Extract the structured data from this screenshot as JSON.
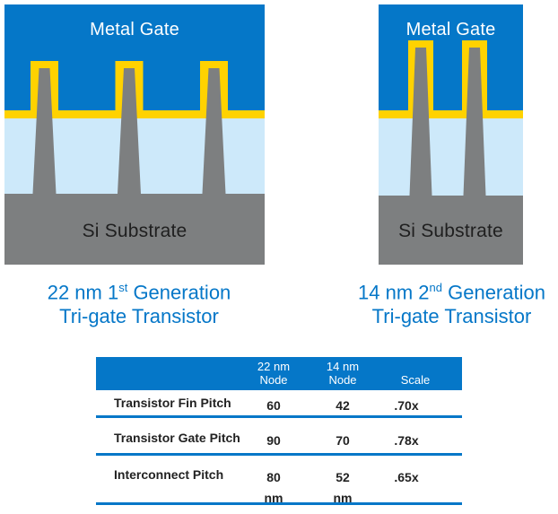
{
  "colors": {
    "intel_blue": "#0577C8",
    "light_blue": "#CDE9FA",
    "gate_yellow": "#FFD200",
    "silicon_gray": "#7D7F80",
    "dark_text": "#1F1F1F",
    "white_text": "#FFFFFF"
  },
  "diagrams": [
    {
      "top_label": "Metal Gate",
      "bottom_label": "Si Substrate",
      "caption": {
        "prefix": "22 nm 1",
        "sup": "st",
        "suffix": " Generation",
        "line2": "Tri-gate Transistor"
      }
    },
    {
      "top_label": "Metal Gate",
      "bottom_label": "Si Substrate",
      "caption": {
        "prefix": "14 nm 2",
        "sup": "nd",
        "suffix": " Generation",
        "line2": "Tri-gate Transistor"
      }
    }
  ],
  "table": {
    "headers": {
      "label": "",
      "col_22nm": "22 nm\nNode",
      "col_14nm": "14 nm\nNode",
      "col_scale": "Scale"
    },
    "rows": [
      {
        "label": "Transistor Fin Pitch",
        "v22": "60",
        "v14": "42",
        "scale": ".70x",
        "unit22": "",
        "unit14": ""
      },
      {
        "label": "Transistor Gate Pitch",
        "v22": "90",
        "v14": "70",
        "scale": ".78x",
        "unit22": "",
        "unit14": ""
      },
      {
        "label": "Interconnect Pitch",
        "v22": "80",
        "v14": "52",
        "scale": ".65x",
        "unit22": "nm",
        "unit14": "nm"
      }
    ]
  }
}
